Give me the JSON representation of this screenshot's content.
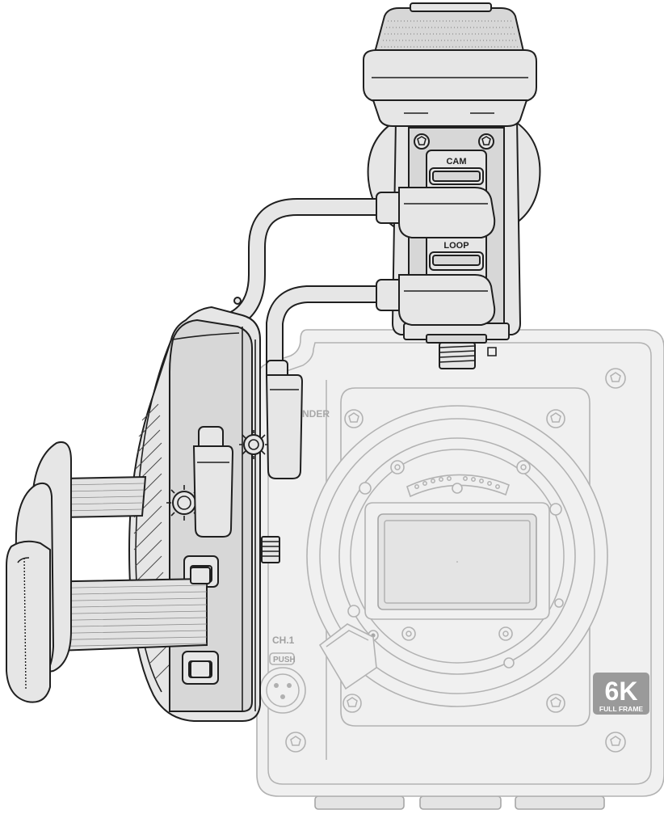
{
  "labels": {
    "cam": "CAM",
    "loop": "LOOP",
    "ch1": "CH.1",
    "push": "PUSH",
    "badge_6k": "6K",
    "full_frame": "FULL FRAME",
    "finder": "NDER"
  },
  "colors": {
    "line_dark": "#1f1f1f",
    "fill_dark": "#e6e6e6",
    "line_light": "#b2b2b2",
    "fill_light": "#f0f0f0",
    "badge": "#9a9a9a"
  }
}
